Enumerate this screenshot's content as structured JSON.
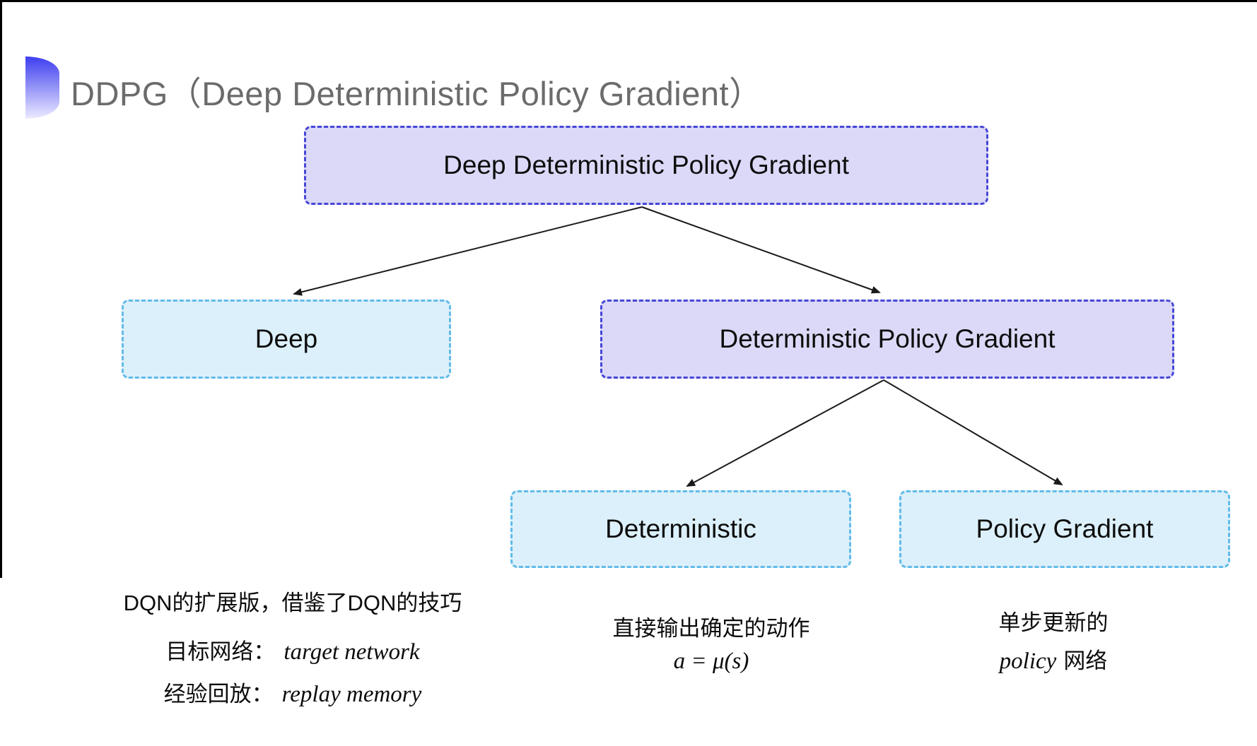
{
  "header": {
    "title": "DDPG（Deep Deterministic Policy Gradient）",
    "accent_icon": "half-disc-icon",
    "accent_top_color": "#3e3eef",
    "accent_bottom_color": "#ecebff",
    "title_color": "#6b6b6b"
  },
  "diagram": {
    "nodes": [
      {
        "id": "ddpg",
        "label": "Deep Deterministic Policy Gradient",
        "variant": "purple"
      },
      {
        "id": "deep",
        "label": "Deep",
        "variant": "cyan"
      },
      {
        "id": "dpg",
        "label": "Deterministic Policy Gradient",
        "variant": "purple"
      },
      {
        "id": "deterministic",
        "label": "Deterministic",
        "variant": "cyan"
      },
      {
        "id": "policy-gradient",
        "label": "Policy Gradient",
        "variant": "cyan"
      }
    ],
    "edges": [
      {
        "from": "ddpg",
        "to": "deep"
      },
      {
        "from": "ddpg",
        "to": "dpg"
      },
      {
        "from": "dpg",
        "to": "deterministic"
      },
      {
        "from": "dpg",
        "to": "policy-gradient"
      }
    ],
    "colors": {
      "purple_fill": "#dbd9f7",
      "purple_border": "#4646d6",
      "cyan_fill": "#dcf0fb",
      "cyan_border": "#62bbe9",
      "arrow": "#1a1a1a"
    }
  },
  "notes": {
    "left": {
      "line1": "DQN的扩展版，借鉴了DQN的技巧",
      "line2_label": "目标网络：",
      "line2_term": "target network",
      "line3_label": "经验回放：",
      "line3_term": "replay memory"
    },
    "middle": {
      "line1": "直接输出确定的动作",
      "formula": "a = μ(s)"
    },
    "right": {
      "line1": "单步更新的",
      "line2_term": "policy",
      "line2_suffix": "网络"
    }
  }
}
